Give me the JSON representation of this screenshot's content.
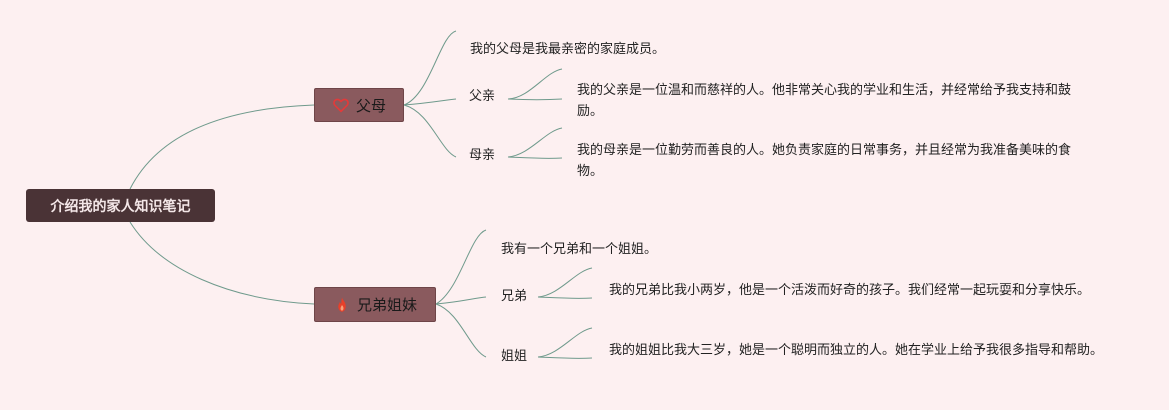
{
  "root": {
    "label": "介绍我的家人知识笔记"
  },
  "branches": [
    {
      "label": "父母",
      "icon": "heart-icon",
      "intro": "我的父母是我最亲密的家庭成员。",
      "members": [
        {
          "label": "父亲",
          "text": "我的父亲是一位温和而慈祥的人。他非常关心我的学业和生活，并经常给予我支持和鼓励。"
        },
        {
          "label": "母亲",
          "text": "我的母亲是一位勤劳而善良的人。她负责家庭的日常事务，并且经常为我准备美味的食物。"
        }
      ]
    },
    {
      "label": "兄弟姐妹",
      "icon": "flame-icon",
      "intro": "我有一个兄弟和一个姐姐。",
      "members": [
        {
          "label": "兄弟",
          "text": "我的兄弟比我小两岁，他是一个活泼而好奇的孩子。我们经常一起玩耍和分享快乐。"
        },
        {
          "label": "姐姐",
          "text": "我的姐姐比我大三岁，她是一个聪明而独立的人。她在学业上给予我很多指导和帮助。"
        }
      ]
    }
  ],
  "colors": {
    "background": "#fdf0f1",
    "root_fill": "#4a3336",
    "branch_fill": "#8a5a5e",
    "connector": "#6f9a8c",
    "heart": "#e23a3a",
    "flame": "#e8402a"
  }
}
